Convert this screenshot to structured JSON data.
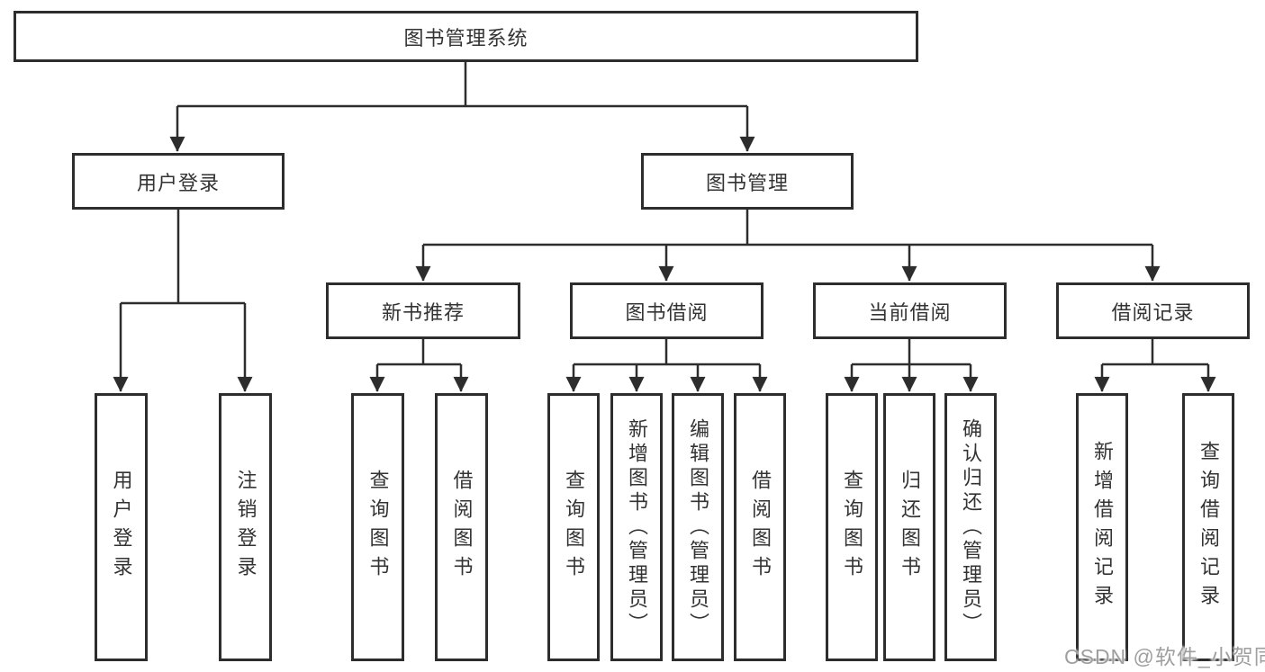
{
  "diagram": {
    "type": "tree-diagram",
    "line_color": "#2d2d2d",
    "text_color": "#333333",
    "background_color": "#ffffff",
    "tree": {
      "label": "图书管理系统",
      "children": [
        {
          "label": "用户登录",
          "children": [
            {
              "label": "用户登录"
            },
            {
              "label": "注销登录"
            }
          ]
        },
        {
          "label": "图书管理",
          "children": [
            {
              "label": "新书推荐",
              "children": [
                {
                  "label": "查询图书"
                },
                {
                  "label": "借阅图书"
                }
              ]
            },
            {
              "label": "图书借阅",
              "children": [
                {
                  "label": "查询图书"
                },
                {
                  "label": "新增图书（管理员）"
                },
                {
                  "label": "编辑图书（管理员）"
                },
                {
                  "label": "借阅图书"
                }
              ]
            },
            {
              "label": "当前借阅",
              "children": [
                {
                  "label": "查询图书"
                },
                {
                  "label": "归还图书"
                },
                {
                  "label": "确认归还（管理员）"
                }
              ]
            },
            {
              "label": "借阅记录",
              "children": [
                {
                  "label": "新增借阅记录"
                },
                {
                  "label": "查询借阅记录"
                }
              ]
            }
          ]
        }
      ]
    }
  },
  "watermark": {
    "text": "CSDN @软件_小贺同学",
    "color": "#9f9f9f"
  }
}
